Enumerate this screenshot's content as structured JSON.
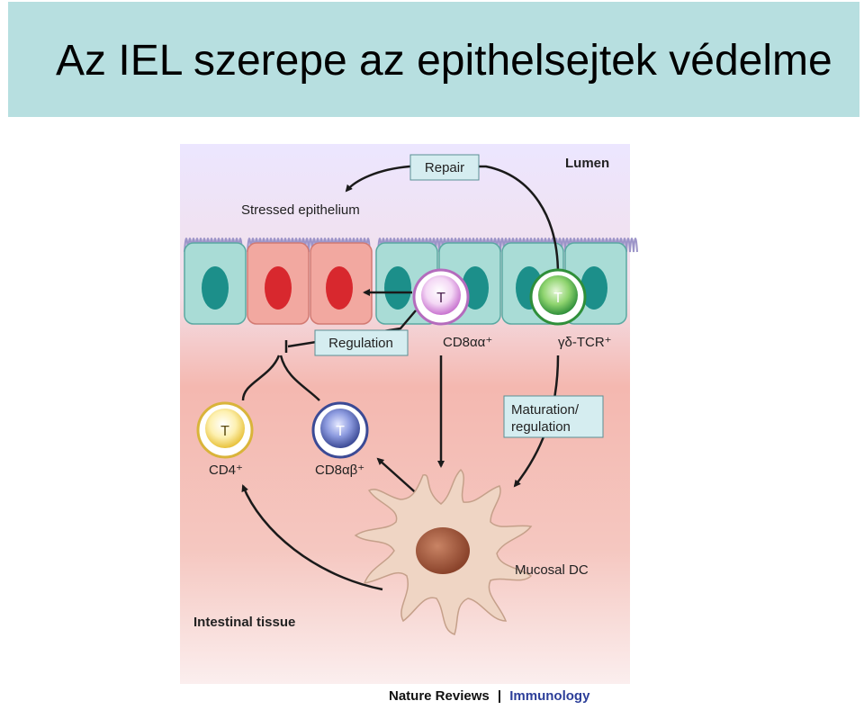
{
  "slide": {
    "title": "Az IEL szerepe az epithelsejtek védelme"
  },
  "figure": {
    "lumen_label": "Lumen",
    "stressed_label": "Stressed epithelium",
    "repair_label": "Repair",
    "regulation_label": "Regulation",
    "maturation_line1": "Maturation/",
    "maturation_line2": "regulation",
    "cd8aa_label": "CD8αα⁺",
    "gdtcr_label": "γδ-TCR⁺",
    "cd4_label": "CD4⁺",
    "cd8ab_label": "CD8αβ⁺",
    "dc_label": "Mucosal DC",
    "tissue_label": "Intestinal tissue",
    "tcell_letter": "T",
    "credit_left": "Nature Reviews",
    "credit_sep": "|",
    "credit_right": "Immunology",
    "colors": {
      "lumen_top": "#ebe4ff",
      "tissue_mid": "#f7d9d4",
      "tissue_deep": "#ee9a90",
      "healthy_cell": "#a9dcd6",
      "healthy_nucleus": "#1c8f8a",
      "stressed_cell": "#f2a8a0",
      "stressed_nucleus": "#d8282e",
      "box_fill": "#d5edf0",
      "cd8aa_tcell": "#cf80d6",
      "gd_tcell": "#3fa84a",
      "cd4_tcell": "#f3d45a",
      "cd8ab_tcell": "#4f5fa8",
      "dc_body": "#efd5c4",
      "dc_nucleus": "#9a4f35",
      "credit_blue": "#2c3e99"
    }
  }
}
